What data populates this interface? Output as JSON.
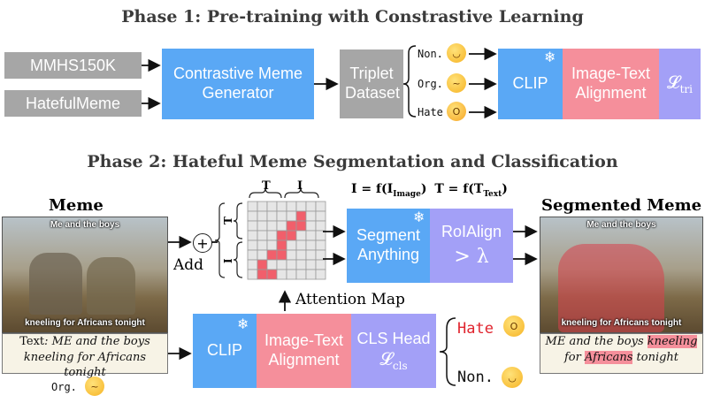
{
  "phase1": {
    "title": "Phase 1: Pre-training with Constrastive Learning",
    "inputs": [
      "MMHS150K",
      "HatefulMeme"
    ],
    "generator": "Contrastive Meme Generator",
    "triplet": "Triplet Dataset",
    "labels": [
      "Non.",
      "Org.",
      "Hate"
    ],
    "clip": "CLIP",
    "alignment": "Image-Text Alignment",
    "loss": "𝓛",
    "loss_sub": "tri"
  },
  "phase2": {
    "title": "Phase 2: Hateful Meme Segmentation and Classification",
    "meme_heading": "Meme",
    "meme_caption_top": "Me and the boys",
    "meme_caption_bottom": "kneeling for Africans tonight",
    "text_prefix": "Text",
    "text_body": ": ME and the boys kneeling for Africans tonight",
    "org_label": "Org.",
    "add_label": "Add",
    "matrix_top_labels": [
      "T",
      "I"
    ],
    "matrix_side_labels": [
      "T",
      "I"
    ],
    "formula_I": "I = f(I",
    "formula_I_sub": "Image",
    "formula_T": "T = f(T",
    "formula_T_sub": "Text",
    "segment": "Segment Anything",
    "roialign": "RoIAlign",
    "threshold": "> λ",
    "attention_map": "Attention Map",
    "clip": "CLIP",
    "alignment": "Image-Text Alignment",
    "cls_head": "CLS Head",
    "cls_loss": "𝓛",
    "cls_loss_sub": "cls",
    "out_hate": "Hate",
    "out_non": "Non.",
    "segmented_heading": "Segmented Meme",
    "seg_text_1": "ME and the boys ",
    "seg_text_hl1": "kneeling",
    "seg_text_2": " for ",
    "seg_text_hl2": "Africans",
    "seg_text_3": " tonight"
  },
  "colors": {
    "gray": "#a6a6a6",
    "blue": "#5aa8f5",
    "pink": "#f58f9b",
    "violet": "#a3a0f7",
    "matrix_red": "#f15f6b",
    "hate_red": "#e0242e"
  },
  "icons": [
    "snowflake-icon",
    "smile-emoji-icon",
    "thinking-emoji-icon",
    "scream-emoji-icon",
    "plus-circle-icon",
    "arrow-icon"
  ]
}
